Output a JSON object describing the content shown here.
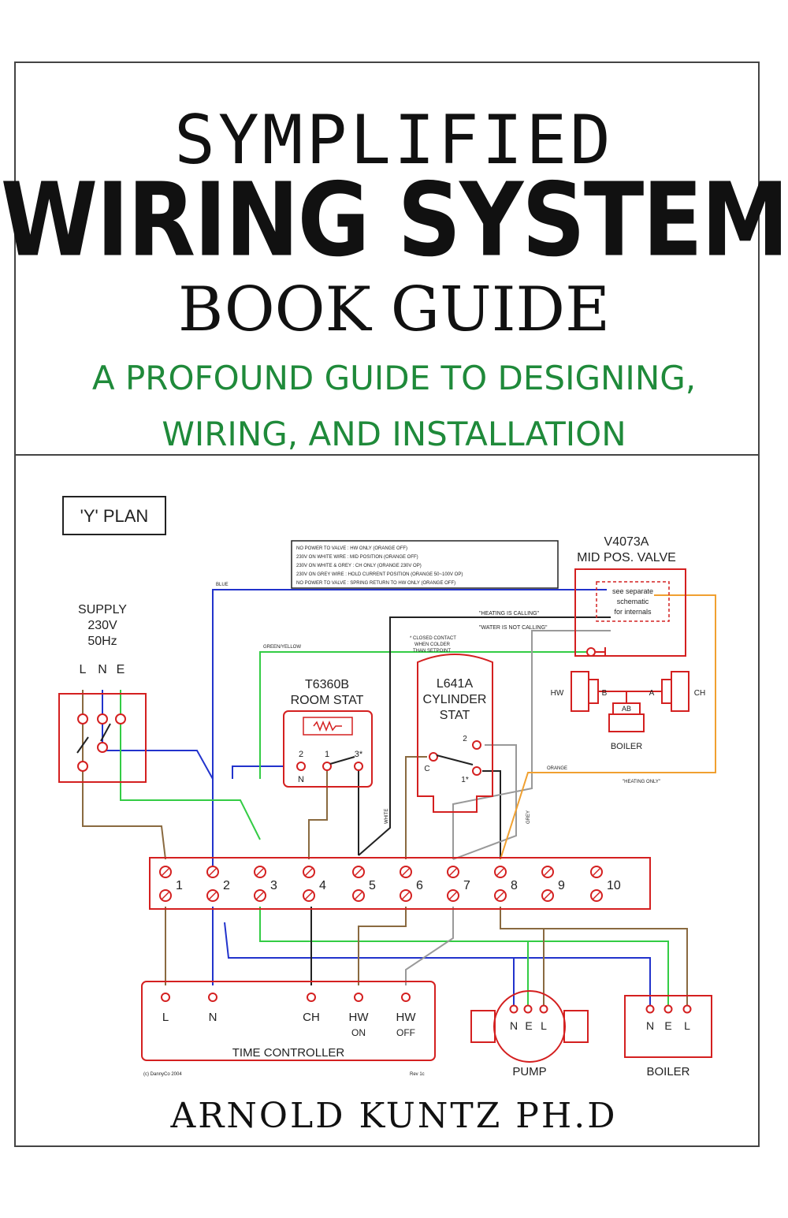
{
  "title": {
    "line1": "SYMPLIFIED",
    "line2": "WIRING SYSTEM",
    "line3": "BOOK GUIDE"
  },
  "subtitle": {
    "line1": "A PROFOUND GUIDE TO DESIGNING,",
    "line2": "WIRING, AND INSTALLATION"
  },
  "author": "ARNOLD KUNTZ PH.D",
  "diagram": {
    "plan_label": "'Y' PLAN",
    "supply": {
      "line1": "SUPPLY",
      "line2": "230V",
      "line3": "50Hz",
      "terminals": [
        "L",
        "N",
        "E"
      ]
    },
    "room_stat": {
      "model": "T6360B",
      "name": "ROOM STAT",
      "terminals": [
        "2",
        "1",
        "3*"
      ],
      "neutral": "N"
    },
    "cylinder_stat": {
      "model": "L641A",
      "name1": "CYLINDER",
      "name2": "STAT",
      "terminals": [
        "2",
        "C",
        "1*"
      ]
    },
    "valve": {
      "model": "V4073A",
      "name": "MID POS. VALVE",
      "note1": "see separate",
      "note2": "schematic",
      "note3": "for internals",
      "ports": [
        "HW",
        "B",
        "A",
        "CH",
        "AB"
      ],
      "boiler": "BOILER"
    },
    "legend": [
      "NO POWER TO VALVE    :  HW ONLY (ORANGE OFF)",
      "230V ON WHITE WIRE   :  MID POSITION (ORANGE OFF)",
      "230V ON WHITE & GREY :  CH ONLY (ORANGE 230V OP)",
      "230V ON GREY WIRE    :  HOLD CURRENT POSITION (ORANGE 50~100V OP)",
      "NO POWER TO VALVE    :  SPRING RETURN TO HW ONLY (ORANGE OFF)"
    ],
    "wire_labels": {
      "blue": "BLUE",
      "green_yellow": "GREEN/YELLOW",
      "heating_calling": "\"HEATING IS CALLING\"",
      "water_not_calling": "\"WATER IS NOT CALLING\"",
      "closed_contact_1": "* CLOSED CONTACT",
      "closed_contact_2": "WHEN COLDER",
      "closed_contact_3": "THAN SETPOINT",
      "white": "WHITE",
      "grey": "GREY",
      "orange": "ORANGE",
      "heating_only": "\"HEATING ONLY\""
    },
    "terminal_strip": [
      "1",
      "2",
      "3",
      "4",
      "5",
      "6",
      "7",
      "8",
      "9",
      "10"
    ],
    "time_controller": {
      "name": "TIME CONTROLLER",
      "terminals": [
        "L",
        "N",
        "CH",
        "HW",
        "HW"
      ],
      "sub": [
        "",
        "",
        "",
        "ON",
        "OFF"
      ],
      "footer_left": "(c) DannyCo 2004",
      "footer_right": "Rev 1c"
    },
    "pump": {
      "name": "PUMP",
      "terminals": [
        "N",
        "E",
        "L"
      ]
    },
    "boiler": {
      "name": "BOILER",
      "terminals": [
        "N",
        "E",
        "L"
      ]
    }
  },
  "colors": {
    "subtitle": "#1f8a3a",
    "outline_red": "#d42020",
    "wire_blue": "#2233cc",
    "wire_green": "#33cc44",
    "wire_brown": "#8a6a40",
    "wire_grey": "#999999",
    "wire_orange": "#f0a030",
    "wire_black": "#222222"
  }
}
